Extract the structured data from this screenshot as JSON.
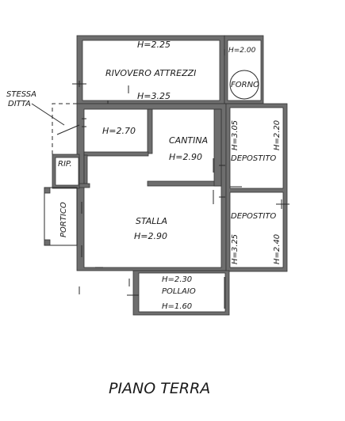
{
  "plan": {
    "title": "PIANO TERRA",
    "note": {
      "line1": "STESSA",
      "line2": "DITTA"
    },
    "rooms": {
      "rivovero": {
        "name": "RIVOVERO ATTREZZI",
        "h_top": "H=2.25",
        "h_bottom": "H=3.25"
      },
      "forno": {
        "name": "FORNO",
        "h": "H=2.00"
      },
      "room270": {
        "h": "H=2.70"
      },
      "cantina": {
        "name": "CANTINA",
        "h": "H=2.90"
      },
      "depostito1": {
        "name": "DEPOSTITO",
        "h_left": "H=3.05",
        "h_right": "H=2.20"
      },
      "rip": {
        "name": "RIP."
      },
      "portico": {
        "name": "PORTICO"
      },
      "stalla": {
        "name": "STALLA",
        "h": "H=2.90"
      },
      "depostito2": {
        "name": "DEPOSTITO",
        "h_left": "H=3.25",
        "h_right": "H=2.40"
      },
      "pollaio": {
        "name": "POLLAIO",
        "h_top": "H=2.30",
        "h_bottom": "H=1.60"
      }
    }
  }
}
